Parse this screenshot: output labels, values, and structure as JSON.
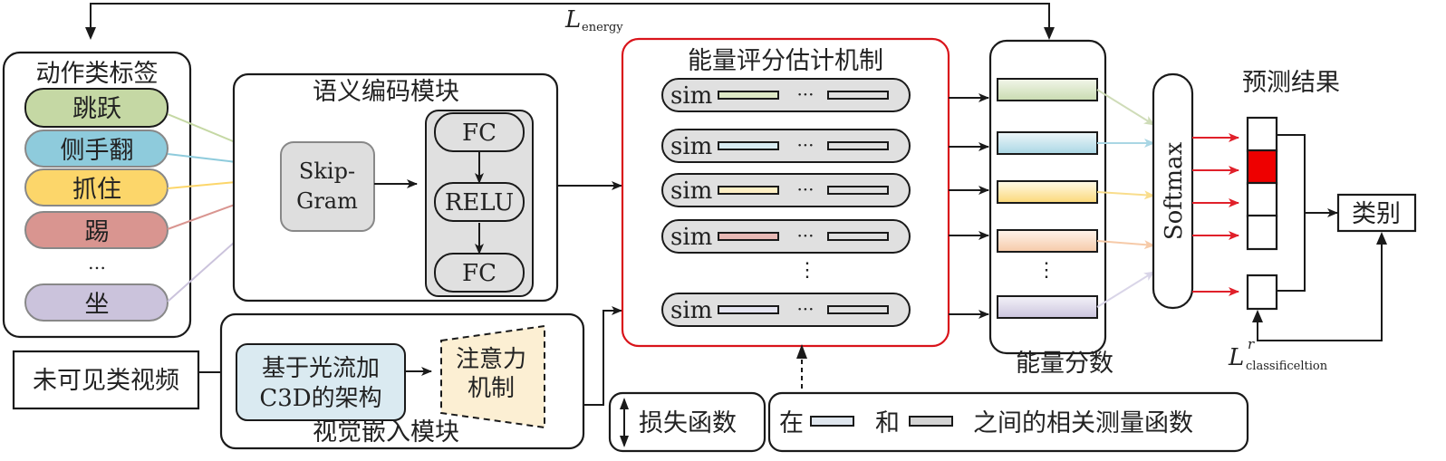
{
  "loss_energy": {
    "main": "L",
    "sub": "energy"
  },
  "action_labels": {
    "title": "动作类标签",
    "items": [
      {
        "label": "跳跃",
        "color": "#c5d8a4"
      },
      {
        "label": "侧手翻",
        "color": "#8ecbdc"
      },
      {
        "label": "抓住",
        "color": "#fcd66a"
      },
      {
        "label": "踢",
        "color": "#d99590"
      },
      {
        "label": "…",
        "color": null
      },
      {
        "label": "坐",
        "color": "#cbc3dc"
      }
    ]
  },
  "semantic_module": {
    "title": "语义编码模块",
    "skipgram_line1": "Skip-",
    "skipgram_line2": "Gram",
    "layers": [
      "FC",
      "RELU",
      "FC"
    ]
  },
  "unseen_video": {
    "label": "未可见类视频"
  },
  "visual_module": {
    "title": "视觉嵌入模块",
    "c3d_line1": "基于光流加",
    "c3d_line2": "C3D的架构",
    "attention_line1": "注意力",
    "attention_line2": "机制"
  },
  "energy_mechanism": {
    "title": "能量评分估计机制",
    "rows": [
      {
        "label": "sim",
        "dots": "···",
        "color": "#dde8c6"
      },
      {
        "label": "sim",
        "dots": "···",
        "color": "#d9ecf3"
      },
      {
        "label": "sim",
        "dots": "···",
        "color": "#fdefc4"
      },
      {
        "label": "sim",
        "dots": "···",
        "color": "#e8b9b5"
      },
      {
        "label": "sim",
        "dots": "···",
        "color": "#e4e4f0"
      }
    ],
    "vdots": "⋮"
  },
  "energy_scores": {
    "title": "能量分数",
    "bars": [
      {
        "color_top": "#f2f6ea",
        "color_bottom": "#c9dbb0",
        "arrow": "#cfdcb8"
      },
      {
        "color_top": "#eef7fa",
        "color_bottom": "#a9d6e4",
        "arrow": "#a9d6e4"
      },
      {
        "color_top": "#fffaea",
        "color_bottom": "#fbd878",
        "arrow": "#f9dd8c"
      },
      {
        "color_top": "#fff4ec",
        "color_bottom": "#f6caa8",
        "arrow": "#f6caa8"
      },
      {
        "color_top": "#f4f3f8",
        "color_bottom": "#cbc4de",
        "arrow": "#d9d5e8"
      }
    ],
    "vdots": "⋮"
  },
  "softmax": {
    "label": "Softmax"
  },
  "prediction": {
    "title": "预测结果",
    "cells": [
      false,
      true,
      false,
      false
    ],
    "highlight_color": "#ee0000",
    "arrow_color": "#e0202a"
  },
  "category": {
    "label": "类别"
  },
  "loss_classification": {
    "main": "L",
    "sup": "r",
    "sub": "classificeltion"
  },
  "legend": {
    "loss_label": "损失函数",
    "relation_prefix": "在",
    "relation_mid": "和",
    "relation_suffix": "之间的相关测量函数"
  },
  "colors": {
    "energy_border": "#d9141b",
    "box_gray": "#e0e0e0"
  }
}
